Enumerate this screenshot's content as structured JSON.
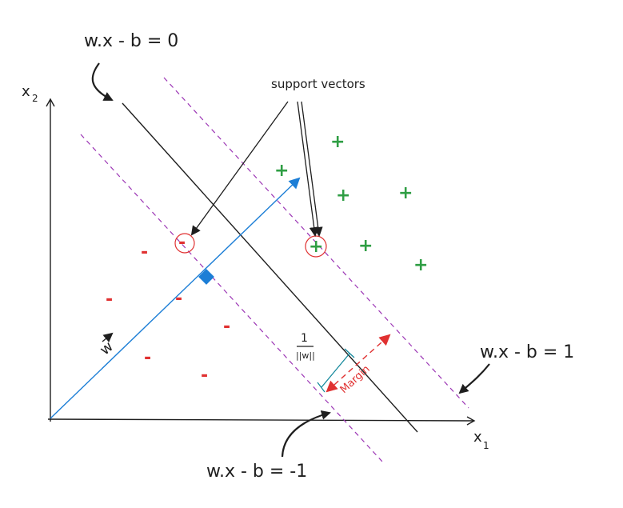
{
  "labels": {
    "hyperplane": "w.x - b = 0",
    "positive_margin": "w.x - b = 1",
    "negative_margin": "w.x - b = -1",
    "support_vectors": "support vectors",
    "x_axis": "x",
    "x_axis_sub": "1",
    "y_axis": "x",
    "y_axis_sub": "2",
    "w_vector": "w",
    "margin": "Margin",
    "norm_num": "1",
    "norm_den": "||w||"
  },
  "symbols": {
    "positive": "+",
    "negative": "-"
  },
  "colors": {
    "ink": "#1e1e1e",
    "positive": "#2f9e44",
    "negative": "#e03131",
    "vector": "#1c7ed6",
    "margin_line": "#9c36b5"
  }
}
